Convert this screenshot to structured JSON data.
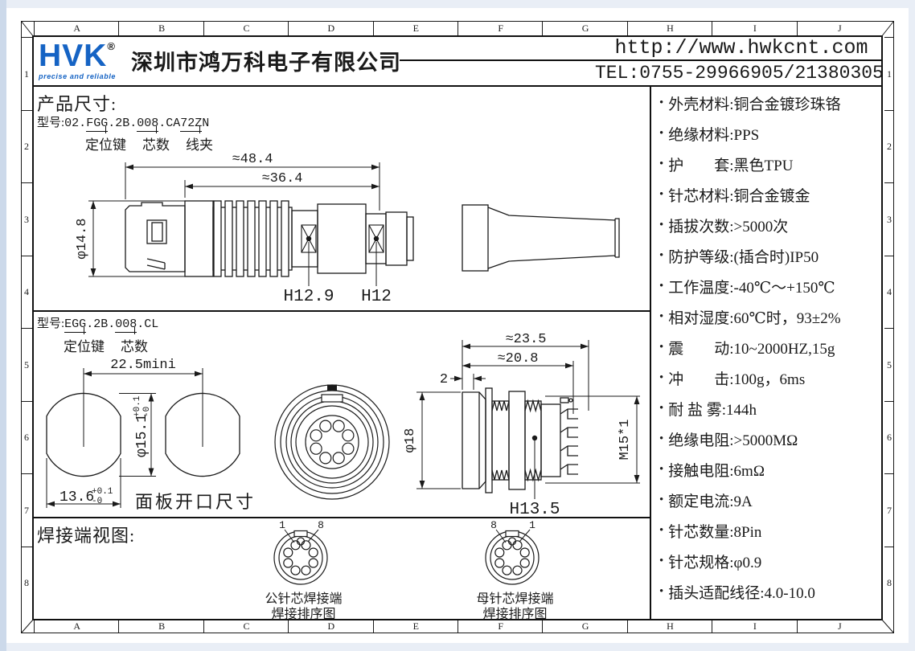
{
  "header": {
    "logo_text": "HVK",
    "logo_reg": "®",
    "logo_tagline": "precise and reliable",
    "company": "深圳市鸿万科电子有限公司",
    "url": "http://www.hwkcnt.com",
    "tel": "TEL:0755-29966905/21380305",
    "brand_color": "#1563c4"
  },
  "grid": {
    "columns": [
      "A",
      "B",
      "C",
      "D",
      "E",
      "F",
      "G",
      "H",
      "I",
      "J"
    ],
    "rows": [
      "1",
      "2",
      "3",
      "4",
      "5",
      "6",
      "7",
      "8"
    ]
  },
  "section1": {
    "title": "产品尺寸:",
    "model_label": "型号:",
    "model_parts": [
      {
        "text": "02.",
        "underline": false
      },
      {
        "text": "FGG",
        "underline": true
      },
      {
        "text": ".2B.",
        "underline": false
      },
      {
        "text": "008",
        "underline": true
      },
      {
        "text": ".CA",
        "underline": false
      },
      {
        "text": "72Z",
        "underline": true
      },
      {
        "text": "N",
        "underline": false
      }
    ],
    "part_labels": [
      "定位键",
      "芯数",
      "线夹"
    ],
    "dims": {
      "overall": "≈48.4",
      "mid": "≈36.4",
      "dia": "φ14.8",
      "h1": "H12.9",
      "h2": "H12"
    }
  },
  "section2": {
    "model_label": "型号:",
    "model_parts": [
      {
        "text": "EGG",
        "underline": true
      },
      {
        "text": ".2B.",
        "underline": false
      },
      {
        "text": "008",
        "underline": true
      },
      {
        "text": ".CL",
        "underline": false
      }
    ],
    "part_labels": [
      "定位键",
      "芯数"
    ],
    "panel_cutout": {
      "pitch": "22.5mini",
      "dia": "φ15.1",
      "dia_tol_plus": "+0.1",
      "dia_tol_minus": "-0",
      "width": "13.6",
      "width_tol_plus": "+0.1",
      "width_tol_minus": "-0",
      "caption": "面板开口尺寸"
    },
    "receptacle": {
      "total_len": "≈23.5",
      "thread_len": "≈20.8",
      "flange": "2",
      "dia": "φ18",
      "thread": "M15*1",
      "h": "H13.5"
    }
  },
  "section3": {
    "title": "焊接端视图:",
    "male": {
      "left_pin": "1",
      "right_pin": "8",
      "caption_line1": "公针芯焊接端",
      "caption_line2": "焊接排序图"
    },
    "female": {
      "left_pin": "8",
      "right_pin": "1",
      "caption_line1": "母针芯焊接端",
      "caption_line2": "焊接排序图"
    }
  },
  "specs": {
    "items": [
      "外壳材料:铜合金镀珍珠铬",
      "绝缘材料:PPS",
      "护　　套:黑色TPU",
      "针芯材料:铜合金镀金",
      "插拔次数:>5000次",
      "防护等级:(插合时)IP50",
      "工作温度:-40℃～+150℃",
      "相对湿度:60℃时，93±2%",
      "震　　动:10~2000HZ,15g",
      "冲　　击:100g，6ms",
      "耐 盐 雾:144h",
      "绝缘电阻:>5000MΩ",
      "接触电阻:6mΩ",
      "额定电流:9A",
      "针芯数量:8Pin",
      "针芯规格:φ0.9",
      "插头适配线径:4.0-10.0"
    ]
  }
}
